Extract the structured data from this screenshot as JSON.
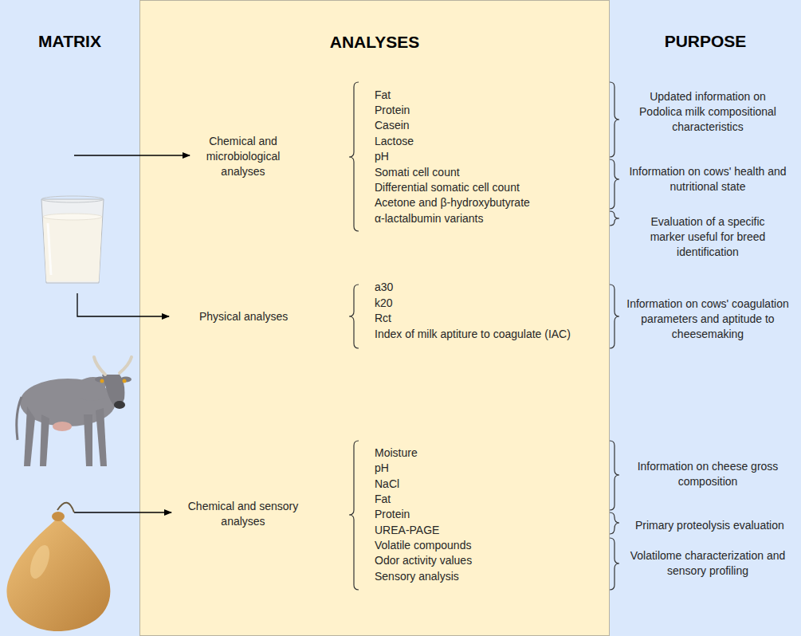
{
  "diagram": {
    "nodes": [
      {
        "text": [
          "MATRIX"
        ]
      },
      {
        "text": [
          "ANALYSES"
        ]
      },
      {
        "text": [
          "PURPOSE"
        ]
      }
    ],
    "labels": [
      "Chemical and microbiological analyses",
      "Physical analyses",
      "Chemical and sensory analyses",
      "Fat",
      "Protein",
      "Casein",
      "Lactose",
      "pH",
      "Somati cell count",
      "Differential somatic cell count",
      "Acetone and β-hydroxybutyrate",
      "α-lactalbumin variants",
      "a30",
      "k20",
      "Rct",
      "Index of milk aptiture to coagulate (IAC)",
      "Moisture",
      "pH",
      "NaCl",
      "Fat",
      "Protein",
      "UREA-PAGE",
      "Volatile compounds",
      "Odor activity values",
      "Sensory analysis",
      "Updated information on Podolica milk compositional characteristics",
      "Information on cows' health and nutritional state",
      "Evaluation of a specific marker useful for breed identification",
      "Information on cows' coagulation parameters and aptitude to cheesemaking",
      "Information on cheese gross composition",
      "Primary proteolysis evaluation",
      "Volatilome characterization and sensory profiling"
    ]
  }
}
